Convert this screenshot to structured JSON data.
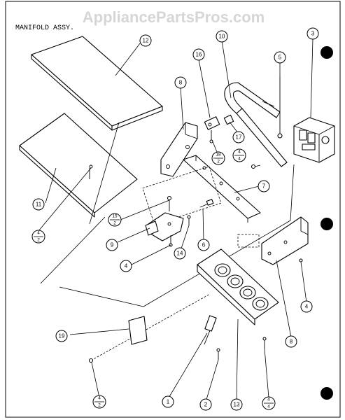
{
  "watermark": "AppliancePartsPros.com",
  "title": "MANIFOLD ASSY.",
  "callouts": {
    "c1": "1",
    "c2": "2",
    "c3": "3",
    "c4a": "4",
    "c4b": "4",
    "c5": "5",
    "c6": "6",
    "c7": "7",
    "c8a": "8",
    "c8b": "8",
    "c9": "9",
    "c10": "10",
    "c11": "11",
    "c12": "12",
    "c13": "13",
    "c14": "14",
    "c16": "16",
    "c17": "17",
    "c19": "19"
  },
  "fractions": {
    "f1": {
      "num": "4",
      "den": "2"
    },
    "f2": {
      "num": "15",
      "den": "2"
    },
    "f3": {
      "num": "18",
      "den": "2"
    },
    "f4": {
      "num": "4",
      "den": "4"
    },
    "f5": {
      "num": "4",
      "den": "2"
    },
    "f6": {
      "num": "4",
      "den": "4"
    }
  }
}
